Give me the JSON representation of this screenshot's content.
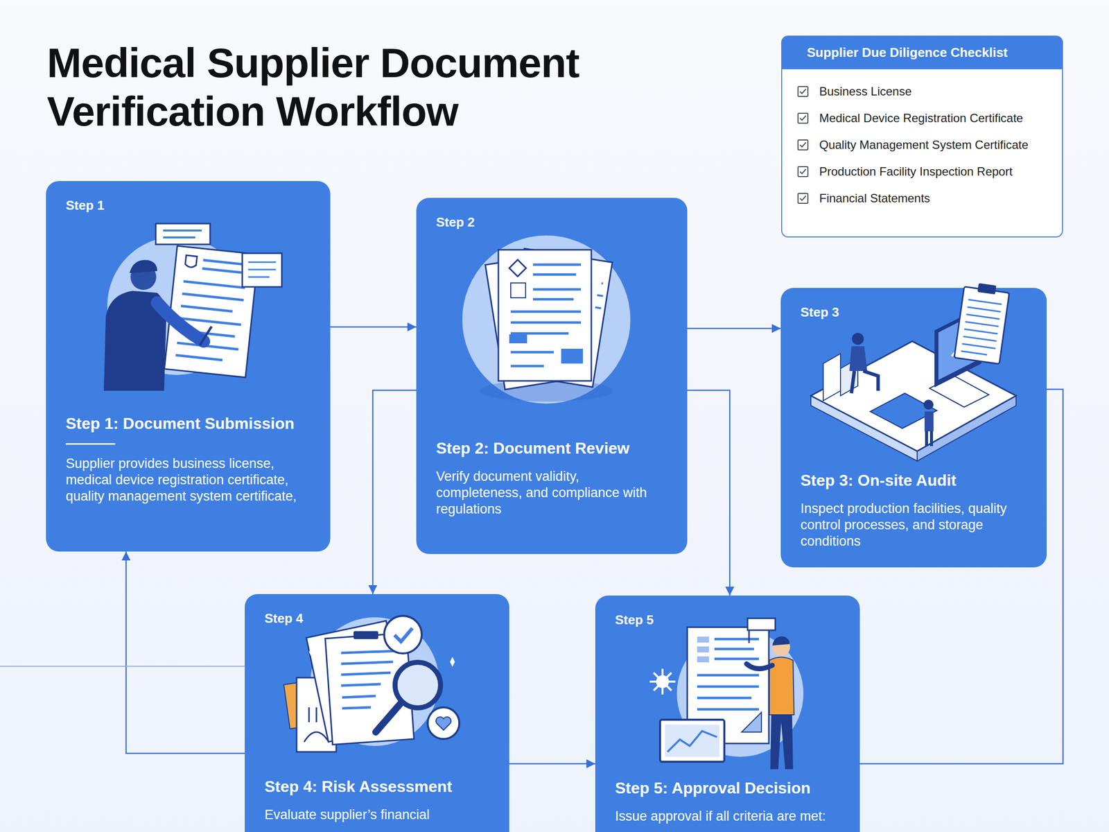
{
  "diagram": {
    "title": "Medical Supplier Document Verification Workflow",
    "nodes": [
      {
        "text": [
          "Supplier Due Diligence Checklist",
          "Business License",
          "Medical Device Registration Certificate",
          "Quality Management System Certificate",
          "Production Facility Inspection Report",
          "Financial Statements"
        ]
      },
      {
        "text": [
          "Step 1",
          "Step 1: Document Submission",
          "Supplier provides business license, medical device registration certificate, quality management system certificate,"
        ]
      },
      {
        "text": [
          "Step 2",
          "Step 2: Document Review",
          "Verify document validity, completeness, and compliance with regulations"
        ]
      },
      {
        "text": [
          "Step 3",
          "Step 3: On-site Audit",
          "Inspect production facilities, quality control processes, and storage conditions"
        ]
      },
      {
        "text": [
          "Step 4",
          "Step 4: Risk Assessment",
          "Evaluate supplier’s financial"
        ]
      },
      {
        "text": [
          "Step 5",
          "Step 5: Approval Decision",
          "Issue approval if all criteria are met:"
        ]
      }
    ],
    "edges": [
      {
        "from": 1,
        "to": 2,
        "arrow": "to"
      },
      {
        "from": 2,
        "to": 3,
        "arrow": "to"
      },
      {
        "from": 2,
        "to": 4,
        "arrow": "to"
      },
      {
        "from": 2,
        "to": 5,
        "arrow": "to"
      },
      {
        "from": 4,
        "to": 5,
        "arrow": "to"
      },
      {
        "from": 3,
        "to": 5,
        "arrow": "none"
      },
      {
        "from": 4,
        "to": 1,
        "arrow": "to"
      }
    ]
  }
}
